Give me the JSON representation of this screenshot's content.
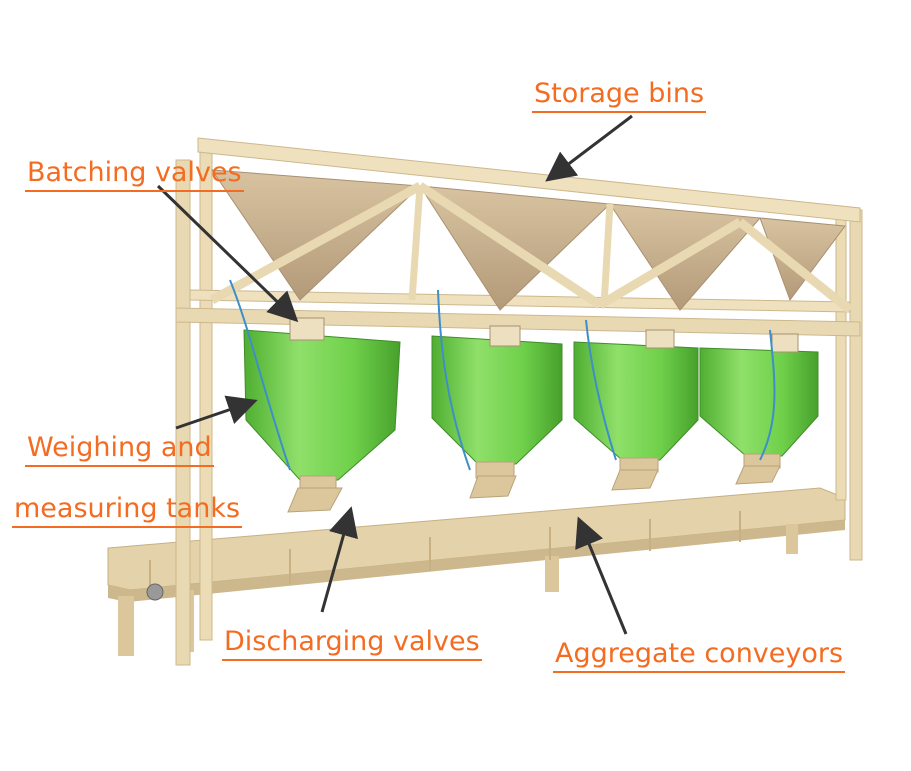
{
  "labels": {
    "storage_bins": "Storage bins",
    "batching_valves": "Batching valves",
    "weighing_line1": "Weighing and",
    "weighing_line2": "measuring tanks",
    "discharging_valves": "Discharging valves",
    "aggregate_conveyors": "Aggregate conveyors"
  },
  "colors": {
    "label": "#f36c21",
    "frame": "#e9d9b2",
    "frame_dark": "#cdb88d",
    "hopper": "#c9b08c",
    "hopper_dark": "#a89072",
    "tank": "#6fd04a",
    "tank_light": "#8fe06a",
    "tank_dark": "#4fae32",
    "arrow": "#333333",
    "hose": "#3e8fc8"
  },
  "icons": [
    "arrow-icon",
    "hopper-icon",
    "tank-icon",
    "hose-icon",
    "valve-icon"
  ]
}
